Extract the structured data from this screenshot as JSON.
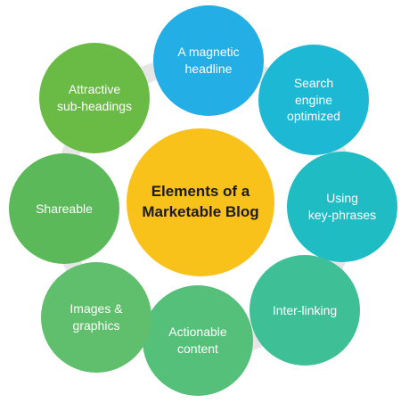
{
  "center": {
    "label": "Elements of a\nMarketable Blog",
    "color": "#f9c21b"
  },
  "ring_color": "#e6e6e6",
  "nodes": [
    {
      "label": "A magnetic\nheadline",
      "color": "#24aee6"
    },
    {
      "label": "Search\nengine\noptimized",
      "color": "#1db8d4"
    },
    {
      "label": "Using\nkey-phrases",
      "color": "#1fbcc4"
    },
    {
      "label": "Inter-linking",
      "color": "#3ebf96"
    },
    {
      "label": "Actionable\ncontent",
      "color": "#55c07a"
    },
    {
      "label": "Images &\ngraphics",
      "color": "#60bf6c"
    },
    {
      "label": "Shareable",
      "color": "#5bb95a"
    },
    {
      "label": "Attractive\nsub-headings",
      "color": "#6abb45"
    }
  ]
}
